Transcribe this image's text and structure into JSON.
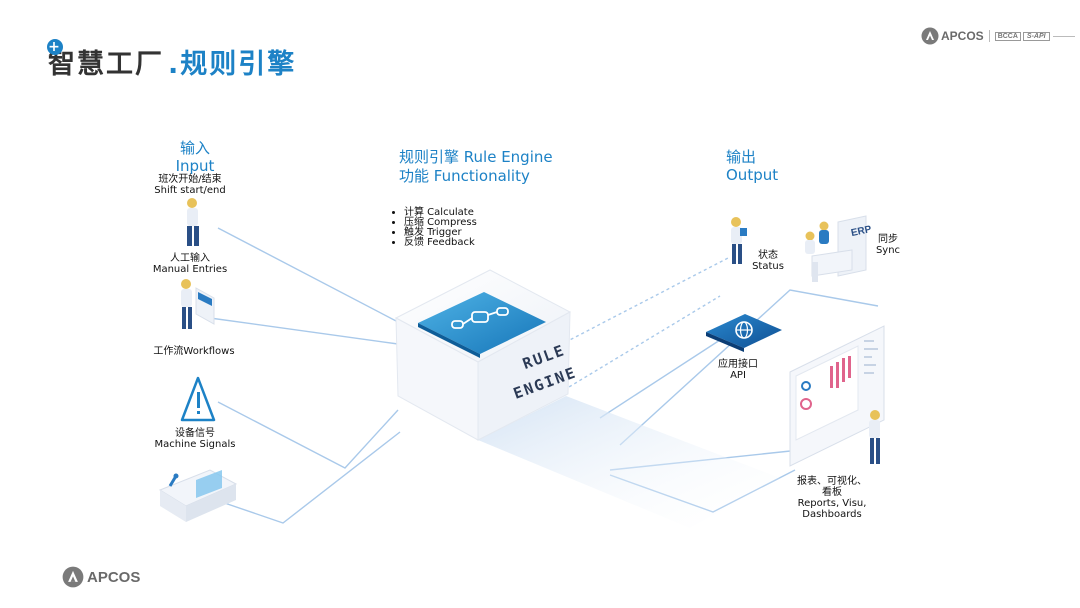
{
  "header": {
    "title_main": "智慧工厂",
    "title_sub": ".规则引擎",
    "logo_text": "APCOS",
    "partner_1": "BCCA",
    "partner_2": "S-API",
    "plus_icon": "+"
  },
  "input": {
    "heading_cn": "输入",
    "heading_en": "Input",
    "items": [
      {
        "cn": "班次开始/结束",
        "en": "Shift start/end"
      },
      {
        "cn": "人工输入",
        "en": "Manual  Entries"
      },
      {
        "cn": "工作流Workflows",
        "en": ""
      },
      {
        "cn": "设备信号",
        "en": "Machine Signals"
      }
    ]
  },
  "engine": {
    "heading_1": "规则引擎 Rule Engine",
    "heading_2": "功能  Functionality",
    "functions": [
      "计算 Calculate",
      "压缩 Compress",
      "触发 Trigger",
      "反馈  Feedback"
    ],
    "cube_text_1": "RULE",
    "cube_text_2": "ENGINE"
  },
  "output": {
    "heading_cn": "输出",
    "heading_en": "Output",
    "items": [
      {
        "cn": "状态",
        "en": "Status"
      },
      {
        "cn": "同步",
        "en": "Sync"
      },
      {
        "cn": "应用接口",
        "en": "API"
      },
      {
        "cn": "报表、可视化、",
        "cn2": "看板",
        "en": "Reports, Visu,",
        "en2": "Dashboards"
      }
    ],
    "erp_label": "ERP"
  },
  "footer": {
    "logo_text": "APCOS"
  },
  "colors": {
    "accent": "#1d82c6",
    "line": "#a9c9ea",
    "title_dark": "#333333"
  }
}
